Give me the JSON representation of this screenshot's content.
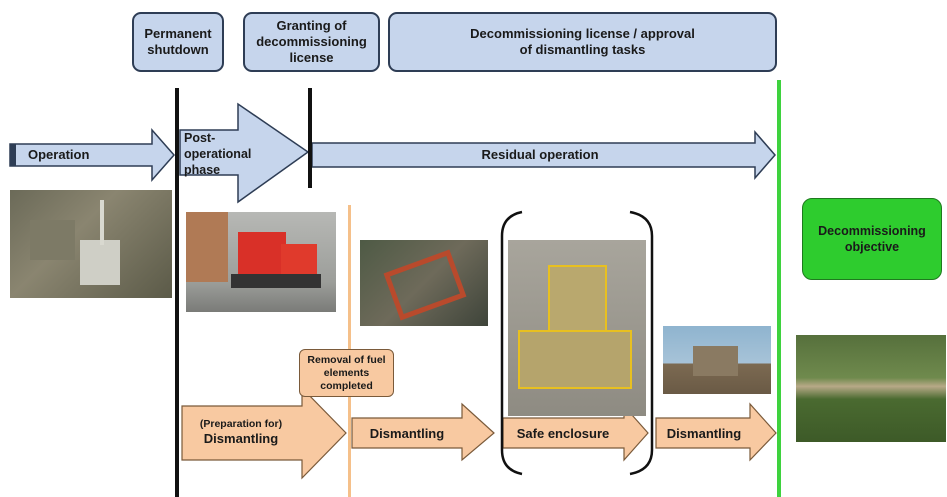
{
  "header": {
    "permanent_shutdown": "Permanent shutdown",
    "granting_license": "Granting of decommissioning license",
    "decommissioning_license": "Decommissioning license / approval of dismantling tasks"
  },
  "phases": {
    "operation": "Operation",
    "post_operational": "Post-operational phase",
    "residual_operation": "Residual operation"
  },
  "milestones": {
    "fuel_removal": "Removal of fuel elements completed",
    "decommissioning_objective": "Decommissioning objective"
  },
  "steps": {
    "preparation_prefix": "(Preparation for)",
    "preparation_main": "Dismantling",
    "dismantling_1": "Dismantling",
    "safe_enclosure": "Safe enclosure",
    "dismantling_2": "Dismantling"
  },
  "colors": {
    "blue_fill": "#c6d5ec",
    "blue_border": "#2e3d55",
    "orange_fill": "#f8c9a1",
    "orange_border": "#7a5a3a",
    "green_fill": "#2ecc2e",
    "green_line": "#3ed23e",
    "black_line": "#111111",
    "orange_line": "#f5c08a"
  }
}
